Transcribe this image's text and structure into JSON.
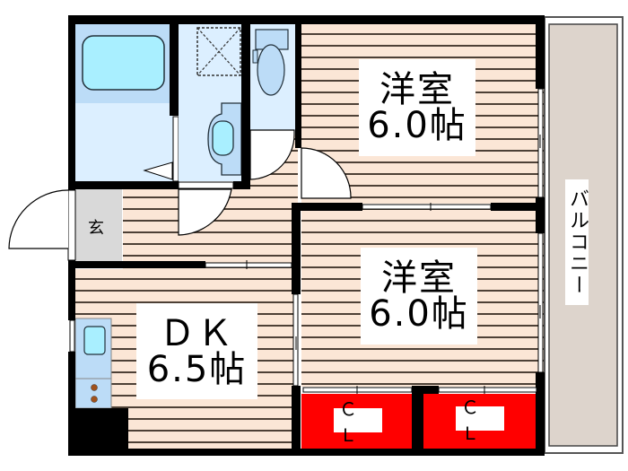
{
  "colors": {
    "wall": "#000000",
    "floor_wood": "#fbe6d6",
    "floor_stripe": "#4d4036",
    "wet_area": "#dcefff",
    "bath_tub": "#a9efff",
    "fixture": "#bcdcf7",
    "genkan_floor": "#d9d9d9",
    "closet": "#ff0000",
    "balcony": "#ddd4cc",
    "appliance_knob": "#a0521d"
  },
  "rooms": {
    "western_room_1": {
      "name": "洋室",
      "size": "6.0帖"
    },
    "western_room_2": {
      "name": "洋室",
      "size": "6.0帖"
    },
    "dining_kitchen": {
      "name": "ＤＫ",
      "size": "6.5帖"
    },
    "entrance": {
      "name": "玄"
    },
    "balcony": {
      "name": "バルコニー"
    },
    "closets": [
      {
        "name": "ＣＬ"
      },
      {
        "name": "ＣＬ"
      }
    ]
  }
}
